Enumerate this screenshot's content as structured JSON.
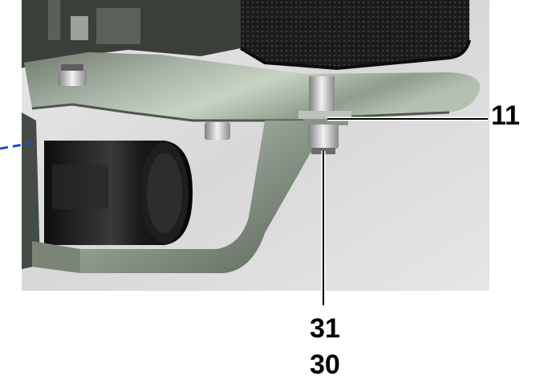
{
  "figure": {
    "photo_subject": "engine-oil-filter-mounting-bracket",
    "callouts": [
      {
        "id": "callout-11",
        "label": "11"
      },
      {
        "id": "callout-31",
        "label": "31"
      },
      {
        "id": "callout-30",
        "label": "30"
      }
    ],
    "colors": {
      "leader_line": "#000000",
      "leader_highlight": "#ffffff",
      "dashed_pointer": "#1a4fd6",
      "label_text": "#000000"
    }
  }
}
